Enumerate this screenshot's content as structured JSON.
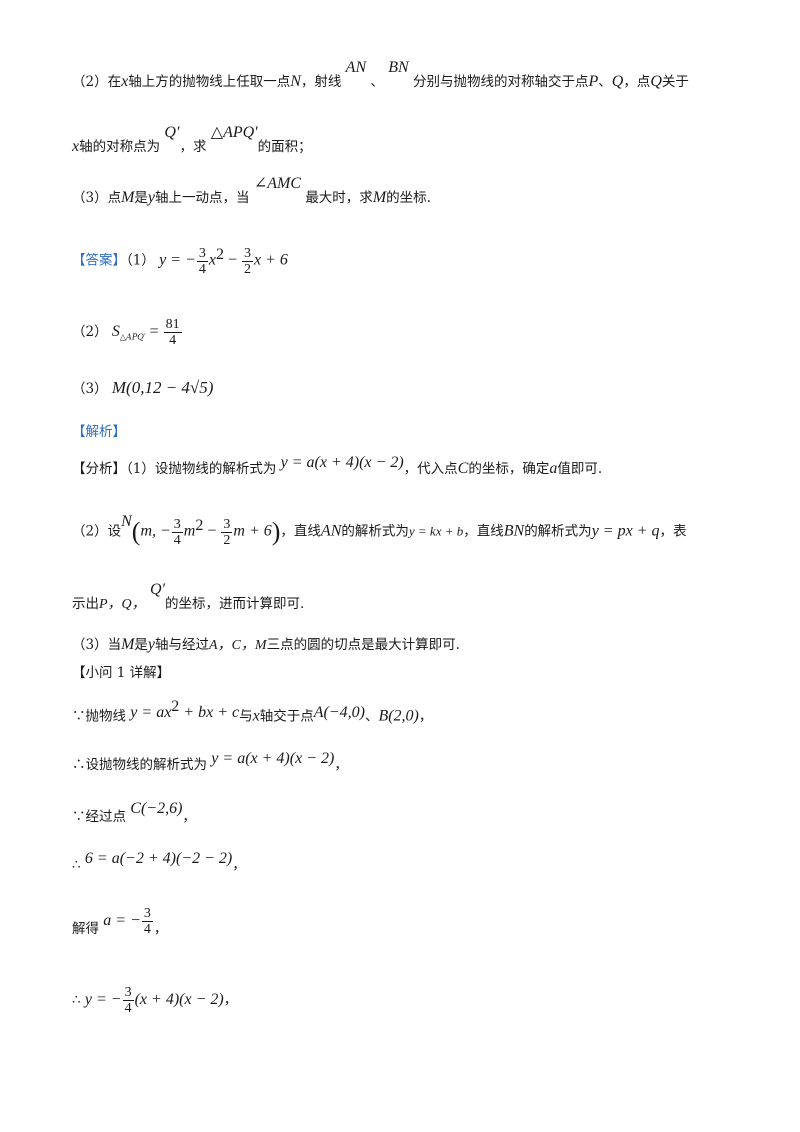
{
  "q2": {
    "a": "（2）在",
    "b": "x",
    "c": "轴上方的抛物线上任取一点",
    "d": "N",
    "e": "，射线",
    "f": "AN",
    "g": "、",
    "h": "BN",
    "i": "分别与抛物线的对称轴交于点",
    "j": "P",
    "k": "、",
    "l": "Q",
    "m": "，点",
    "n": "Q",
    "o": "关于",
    "p": "x",
    "q": "轴的对称点为",
    "r": "Q′",
    "s": "，求",
    "t": "△APQ′",
    "u": "的面积；"
  },
  "q3": {
    "a": "（3）点",
    "b": "M",
    "c": "是",
    "d": "y",
    "e": "轴上一动点，当",
    "f": "∠AMC",
    "g": "最大时，求",
    "h": "M",
    "i": "的坐标."
  },
  "answer": {
    "label": "【答案】",
    "p1": "（1）",
    "p1_lhs": "y = −",
    "p1_f1_num": "3",
    "p1_f1_den": "4",
    "p1_mid": "x",
    "p1_sq": "2",
    "p1_minus": " − ",
    "p1_f2_num": "3",
    "p1_f2_den": "2",
    "p1_tail": "x + 6",
    "p2": "（2）",
    "p2_s": "S",
    "p2_sub": "△APQ′",
    "p2_eq": " = ",
    "p2_num": "81",
    "p2_den": "4",
    "p3": "（3）",
    "p3_expr": "M(0,12 − 4√5)"
  },
  "analysis": {
    "label": "【解析】",
    "fenxi": "【分析】",
    "l1a": "（1）设抛物线的解析式为",
    "l1b": "y = a(x + 4)(x − 2)",
    "l1c": "，代入点",
    "l1d": "C",
    "l1e": "的坐标，确定",
    "l1f": "a",
    "l1g": "值即可.",
    "l2a": "（2）设",
    "l2b": "N",
    "l2c": "m, −",
    "l2f1n": "3",
    "l2f1d": "4",
    "l2d": "m",
    "l2sq": "2",
    "l2e": " − ",
    "l2f2n": "3",
    "l2f2d": "2",
    "l2g": "m + 6",
    "l2h": "，直线",
    "l2i": "AN",
    "l2j": "的解析式为",
    "l2k": "y = kx + b",
    "l2l": "，直线",
    "l2m": "BN",
    "l2n": "的解析式为",
    "l2o": "y = px + q",
    "l2p": "，表",
    "l3a": "示出",
    "l3b": "P，Q，",
    "l3c": "Q′",
    "l3d": "的坐标，进而计算即可.",
    "l4a": "（3）当",
    "l4b": "M",
    "l4c": "是",
    "l4d": "y",
    "l4e": "轴与经过",
    "l4f": "A，C，M",
    "l4g": "三点的圆的切点是最大计算即可."
  },
  "detail": {
    "label": "【小问 1 详解】",
    "s1a": "∵抛物线",
    "s1b": "y = ax",
    "s1sq": "2",
    "s1c": " + bx + c",
    "s1d": "与",
    "s1e": "x",
    "s1f": "轴交于点",
    "s1g": "A(−4,0)",
    "s1h": "、",
    "s1i": "B(2,0)",
    "s1j": "，",
    "s2a": "∴设抛物线的解析式为",
    "s2b": "y = a(x + 4)(x − 2)",
    "s2c": "，",
    "s3a": "∵经过点",
    "s3b": "C(−2,6)",
    "s3c": "，",
    "s4a": "∴",
    "s4b": "6 = a(−2 + 4)(−2 − 2)",
    "s4c": "，",
    "s5a": "解得",
    "s5b": "a = −",
    "s5n": "3",
    "s5d": "4",
    "s5c": "，",
    "s6a": "∴",
    "s6b": "y = −",
    "s6n": "3",
    "s6d": "4",
    "s6c": "(x + 4)(x − 2)",
    "s6e": "，"
  },
  "colors": {
    "accent": "#2f6fbf",
    "text": "#1a1a1a"
  }
}
